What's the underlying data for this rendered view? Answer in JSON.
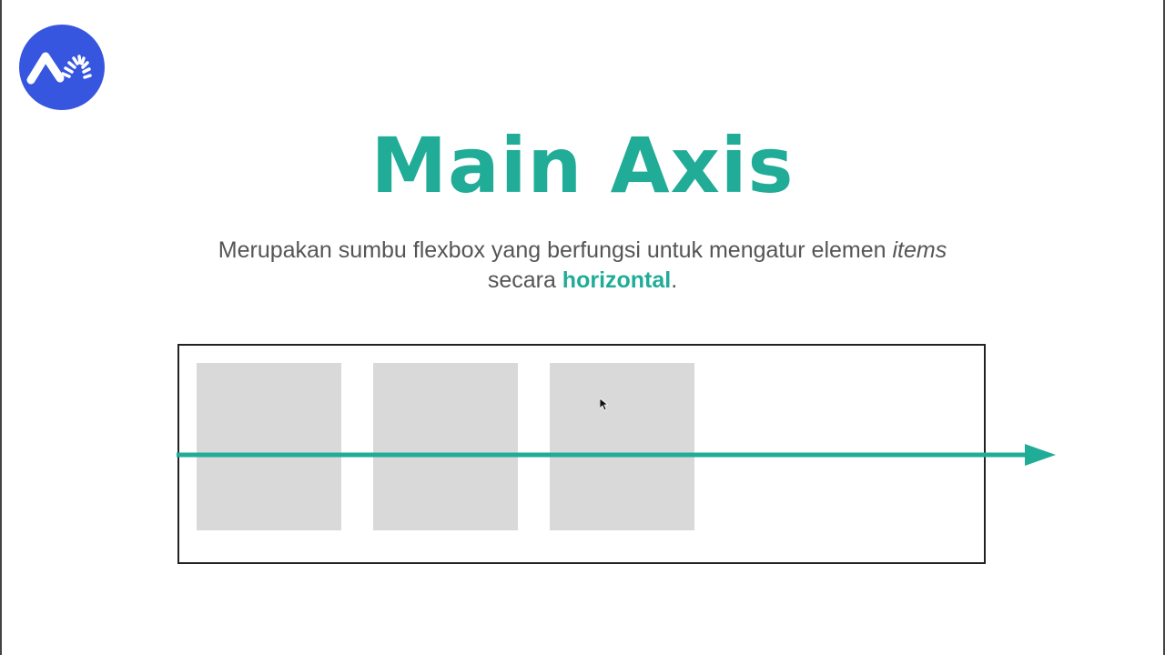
{
  "slide": {
    "title": "Main Axis",
    "description": {
      "part1": "Merupakan sumbu flexbox yang berfungsi untuk mengatur elemen ",
      "emphasis": "items",
      "part2": " secara ",
      "highlight": "horizontal",
      "part3": "."
    }
  },
  "diagram": {
    "items": [
      "flex-item-1",
      "flex-item-2",
      "flex-item-3"
    ],
    "axis_direction": "horizontal"
  },
  "colors": {
    "accent": "#21ac98",
    "logo_bg": "#3656e0",
    "text": "#555555",
    "item_fill": "#d9d9d9",
    "border": "#222222"
  },
  "icons": {
    "logo": "brand-logo-icon",
    "cursor": "mouse-cursor-icon"
  }
}
